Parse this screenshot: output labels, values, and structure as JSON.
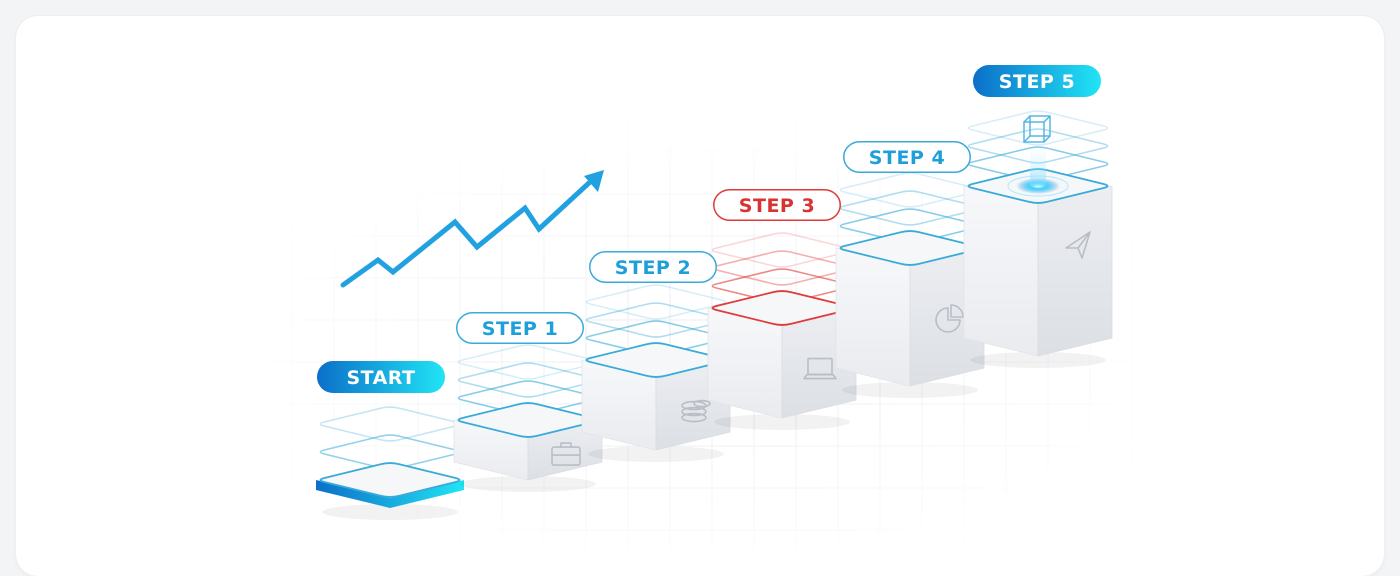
{
  "steps": [
    {
      "label": "START",
      "style": "filled",
      "accent": "#1aa8e0",
      "icon": "none"
    },
    {
      "label": "STEP 1",
      "style": "outline",
      "accent": "#3aaad8",
      "icon": "briefcase-icon"
    },
    {
      "label": "STEP 2",
      "style": "outline",
      "accent": "#3aaad8",
      "icon": "coins-icon"
    },
    {
      "label": "STEP 3",
      "style": "outline",
      "accent": "#e03a3a",
      "icon": "laptop-icon"
    },
    {
      "label": "STEP 4",
      "style": "outline",
      "accent": "#3aaad8",
      "icon": "pie-chart-icon"
    },
    {
      "label": "STEP 5",
      "style": "filled",
      "accent": "#1aa8e0",
      "icon": "paper-plane-icon"
    }
  ],
  "colors": {
    "gradient_start": "#0b6fc9",
    "gradient_end": "#22e4f5",
    "outline_blue": "#3aaad8",
    "outline_red": "#e03a3a",
    "arrow_blue": "#22a1e0"
  },
  "decorations": [
    "growth-arrow-icon",
    "cube-icon"
  ]
}
